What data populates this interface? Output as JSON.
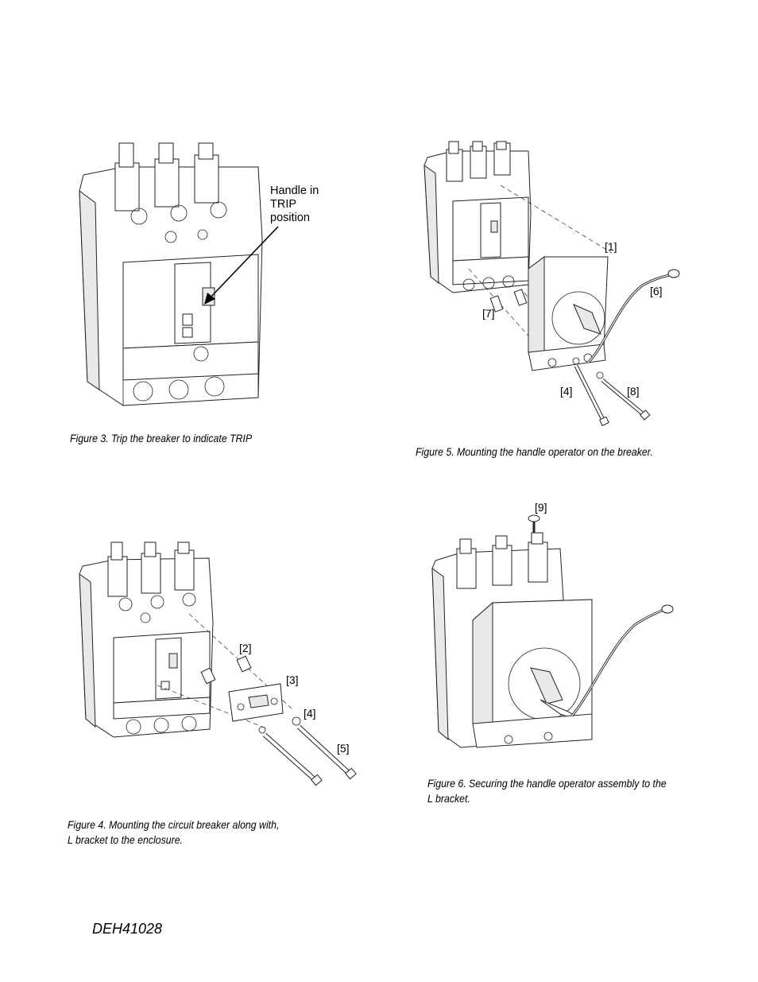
{
  "figures": {
    "fig3": {
      "annotation": "Handle in\nTRIP\nposition",
      "caption": "Figure 3. Trip the breaker to indicate TRIP"
    },
    "fig5": {
      "labels": [
        "[1]",
        "[6]",
        "[7]",
        "[4]",
        "[8]"
      ],
      "caption": "Figure 5. Mounting the handle operator on the breaker."
    },
    "fig4": {
      "labels": [
        "[2]",
        "[3]",
        "[4]",
        "[5]"
      ],
      "caption_line1": "Figure 4. Mounting the circuit breaker along with,",
      "caption_line2": "L bracket to the enclosure."
    },
    "fig6": {
      "labels": [
        "[9]"
      ],
      "caption_line1": "Figure 6. Securing the handle operator assembly to the",
      "caption_line2": "L bracket."
    }
  },
  "footer": {
    "doc_number": "DEH41028"
  }
}
